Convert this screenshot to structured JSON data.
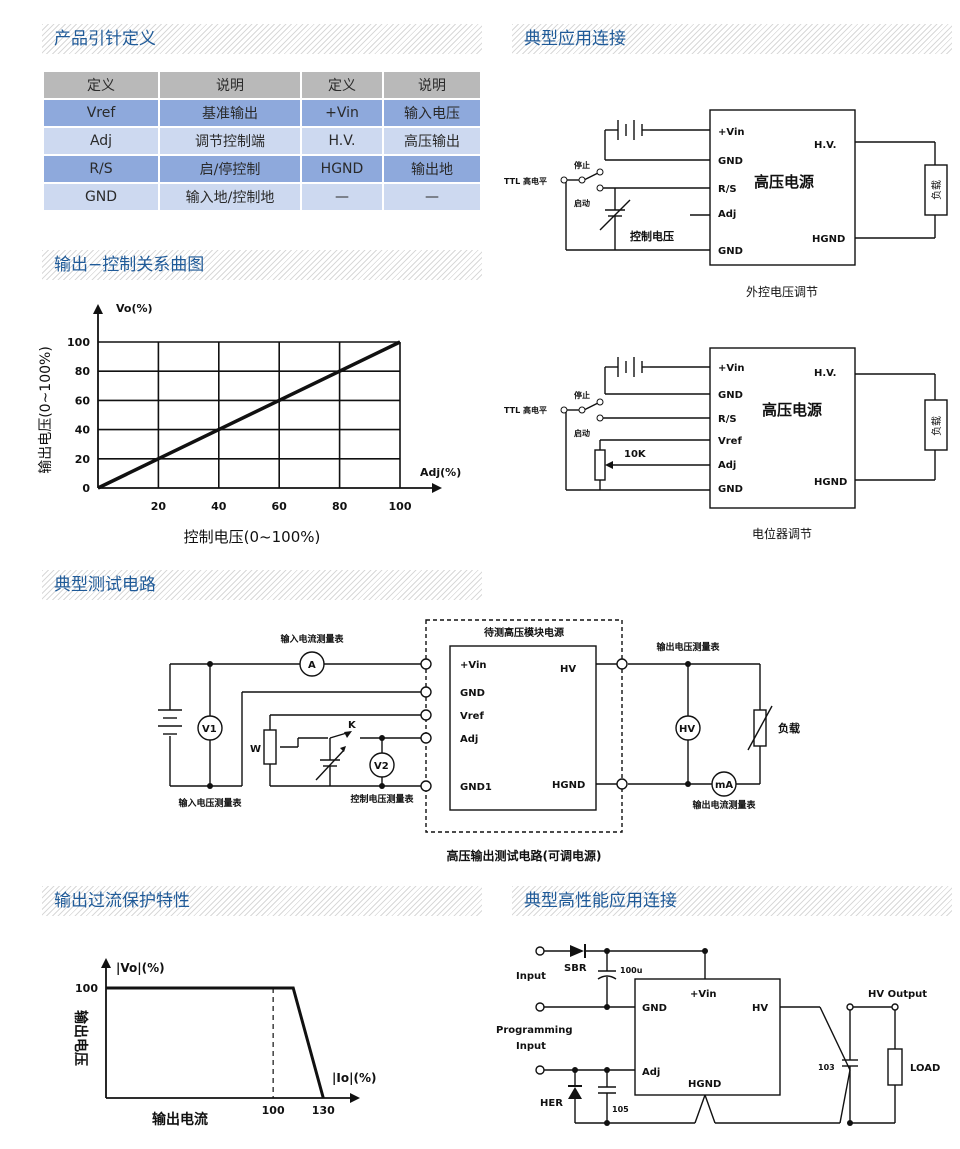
{
  "sections": {
    "pin_definition": "产品引针定义",
    "typical_app": "典型应用连接",
    "curve": "输出−控制关系曲图",
    "test_circuit": "典型测试电路",
    "overcurrent": "输出过流保护特性",
    "high_perf": "典型高性能应用连接"
  },
  "pin_table": {
    "headers": [
      "定义",
      "说明",
      "定义",
      "说明"
    ],
    "rows": [
      [
        "Vref",
        "基准输出",
        "+Vin",
        "输入电压"
      ],
      [
        "Adj",
        "调节控制端",
        "H.V.",
        "高压输出"
      ],
      [
        "R/S",
        "启/停控制",
        "HGND",
        "输出地"
      ],
      [
        "GND",
        "输入地/控制地",
        "—",
        "—"
      ]
    ]
  },
  "chart_data": [
    {
      "type": "line",
      "title": "",
      "xlabel": "控制电压(0~100%)",
      "ylabel": "输出电压(0~100%)",
      "x_axis_name": "Adj(%)",
      "y_axis_name": "Vo(%)",
      "x_ticks": [
        "20",
        "40",
        "60",
        "80",
        "100"
      ],
      "y_ticks": [
        "0",
        "20",
        "40",
        "60",
        "80",
        "100"
      ],
      "xlim": [
        0,
        100
      ],
      "ylim": [
        0,
        100
      ],
      "grid": true,
      "x": [
        0,
        100
      ],
      "series": [
        {
          "values": [
            0,
            100
          ]
        }
      ]
    },
    {
      "type": "line",
      "title": "",
      "xlabel": "输出电流",
      "ylabel": "输出电压",
      "x_axis_name": "|Io|(%)",
      "y_axis_name": "|Vo|(%)",
      "x_ticks": [
        "100",
        "130"
      ],
      "y_ticks": [
        "100"
      ],
      "xlim": [
        0,
        140
      ],
      "ylim": [
        0,
        120
      ],
      "grid": false,
      "x": [
        0,
        112,
        130
      ],
      "series": [
        {
          "values": [
            100,
            100,
            0
          ]
        }
      ]
    }
  ],
  "app1": {
    "pins": [
      "+Vin",
      "GND",
      "R/S",
      "Adj",
      "GND"
    ],
    "hv": "H.V.",
    "hgnd": "HGND",
    "module": "高压电源",
    "load": "负载",
    "ttl": "TTL 高电平",
    "stop": "停止",
    "start": "启动",
    "ctrl": "控制电压",
    "caption": "外控电压调节"
  },
  "app2": {
    "pins": [
      "+Vin",
      "GND",
      "R/S",
      "Vref",
      "Adj",
      "GND"
    ],
    "hv": "H.V.",
    "hgnd": "HGND",
    "module": "高压电源",
    "load": "负载",
    "ttl": "TTL 高电平",
    "stop": "停止",
    "start": "启动",
    "pot": "10K",
    "caption": "电位器调节"
  },
  "test": {
    "box_title": "待测高压模块电源",
    "pins": [
      "+Vin",
      "GND",
      "Vref",
      "Adj",
      "GND1"
    ],
    "hv": "HV",
    "hgnd": "HGND",
    "in_current_meter": "输入电流测量表",
    "in_voltage_meter": "输入电压测量表",
    "ctrl_meter": "控制电压测量表",
    "out_voltage_meter": "输出电压测量表",
    "out_current_meter": "输出电流测量表",
    "load": "负载",
    "a": "A",
    "v1": "V1",
    "v2": "V2",
    "hvm": "HV",
    "ma": "mA",
    "w": "W",
    "k": "K",
    "caption": "高压输出测试电路(可调电源)"
  },
  "hp": {
    "input": "Input",
    "sbr": "SBR",
    "cap1": "100u",
    "vin": "+Vin",
    "gnd": "GND",
    "hv": "HV",
    "hv_output": "HV Output",
    "prog": "Programming",
    "prog2": "Input",
    "adj": "Adj",
    "hgnd": "HGND",
    "her": "HER",
    "cap2": "105",
    "cap3": "103",
    "load": "LOAD"
  }
}
